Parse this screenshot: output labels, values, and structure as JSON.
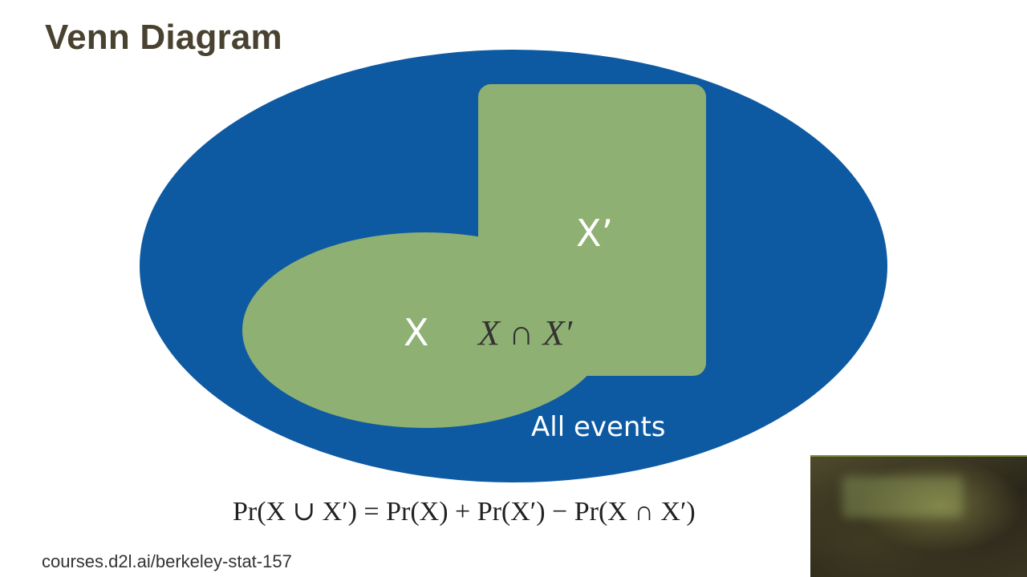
{
  "slide": {
    "title": "Venn Diagram",
    "footer": "courses.d2l.ai/berkeley-stat-157"
  },
  "diagram": {
    "universe_label": "All events",
    "set_x_label": "X",
    "set_xprime_label": "X’",
    "intersection_label": "X ∩ X′"
  },
  "formula": {
    "text": "Pr(X ∪ X′) = Pr(X) + Pr(X′) − Pr(X ∩ X′)"
  },
  "colors": {
    "universe": "#0e5aa2",
    "sets": "#8fb073",
    "title": "#4a4230"
  },
  "video_overlay": {
    "icon": "webcam-video-thumbnail"
  }
}
